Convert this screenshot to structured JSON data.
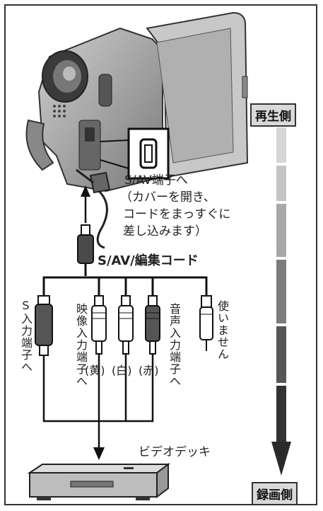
{
  "labels": {
    "playback_side": "再生側",
    "recording_side": "録画側",
    "to_sav_terminal": "S/AV端子へ",
    "note_lines": [
      "（カバーを開き、",
      "コードをまっすぐに",
      "差し込みます）"
    ],
    "cable_name": "S/AV/編集コード",
    "to_s_input": "S入力端子へ",
    "to_video_input": "映像入力端子へ",
    "to_audio_input": "音声入力端子へ",
    "yellow": "(黄)",
    "white": "(白)",
    "red": "(赤)",
    "not_used": "使いません",
    "vcr": "ビデオデッキ"
  },
  "colors": {
    "gradient_top": "#d6d6d6",
    "gradient_bottom": "#2a2a2a",
    "label_bg": "#d9d9d9",
    "plug_dark": "#4a4a4a"
  }
}
